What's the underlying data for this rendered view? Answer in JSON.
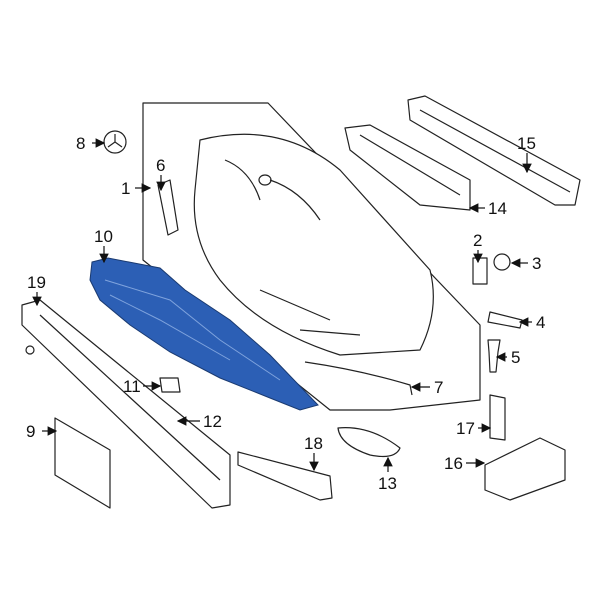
{
  "diagram": {
    "highlight_color": "#2c5fb5",
    "callouts": {
      "c1": "1",
      "c2": "2",
      "c3": "3",
      "c4": "4",
      "c5": "5",
      "c6": "6",
      "c7": "7",
      "c8": "8",
      "c9": "9",
      "c10": "10",
      "c11": "11",
      "c12": "12",
      "c13": "13",
      "c14": "14",
      "c15": "15",
      "c16": "16",
      "c17": "17",
      "c18": "18",
      "c19": "19"
    }
  }
}
